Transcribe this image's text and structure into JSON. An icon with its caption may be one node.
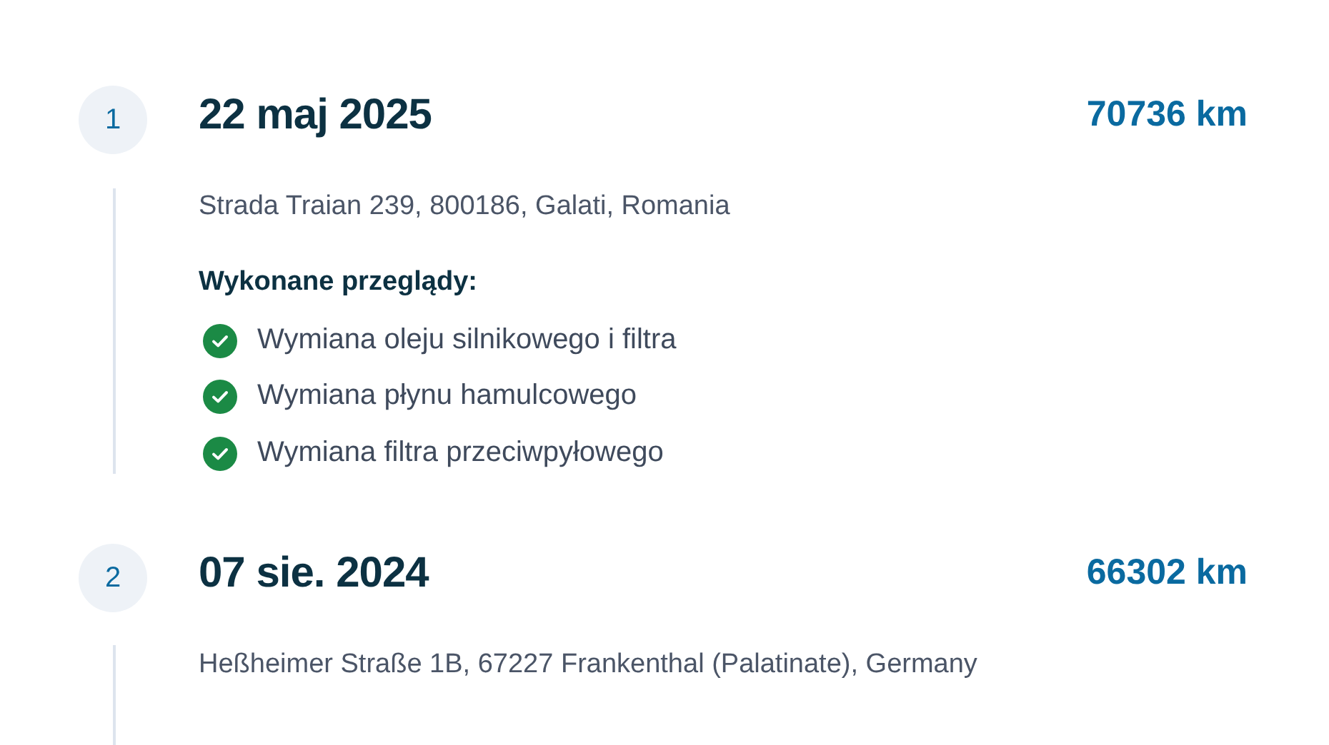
{
  "diagram": {
    "nodes": [
      {
        "text": [
          "1"
        ]
      },
      {
        "text": [
          "2"
        ]
      }
    ],
    "labels": [
      "22 maj 2025",
      "70736 km",
      "Strada Traian 239, 800186, Galati, Romania",
      "Wykonane przeglądy:",
      "Wymiana oleju silnikowego i filtra",
      "Wymiana płynu hamulcowego",
      "Wymiana filtra przeciwpyłowego",
      "07 sie. 2024",
      "66302 km",
      "Heßheimer Straße 1B, 67227 Frankenthal (Palatinate), Germany"
    ]
  }
}
